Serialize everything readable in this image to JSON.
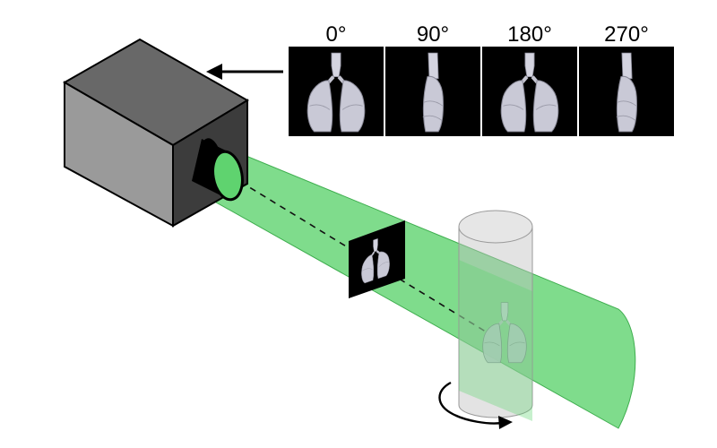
{
  "projections": [
    {
      "angle_label": "0°",
      "view": "front"
    },
    {
      "angle_label": "90°",
      "view": "side"
    },
    {
      "angle_label": "180°",
      "view": "front"
    },
    {
      "angle_label": "270°",
      "view": "side"
    }
  ],
  "colors": {
    "beam": "#5fd36f",
    "beam_stroke": "#3fae4f",
    "camera_front": "#9a9a9a",
    "camera_top": "#686868",
    "camera_side": "#3c3c3c",
    "lung": "#c9c9d6",
    "panel_bg": "#000000",
    "cylinder": "#b8b8b8"
  },
  "icons": {
    "camera": "camera-box-icon",
    "lens": "lens-icon",
    "arrow_to_camera": "arrow-left-icon",
    "rotation": "rotation-arrow-icon"
  }
}
